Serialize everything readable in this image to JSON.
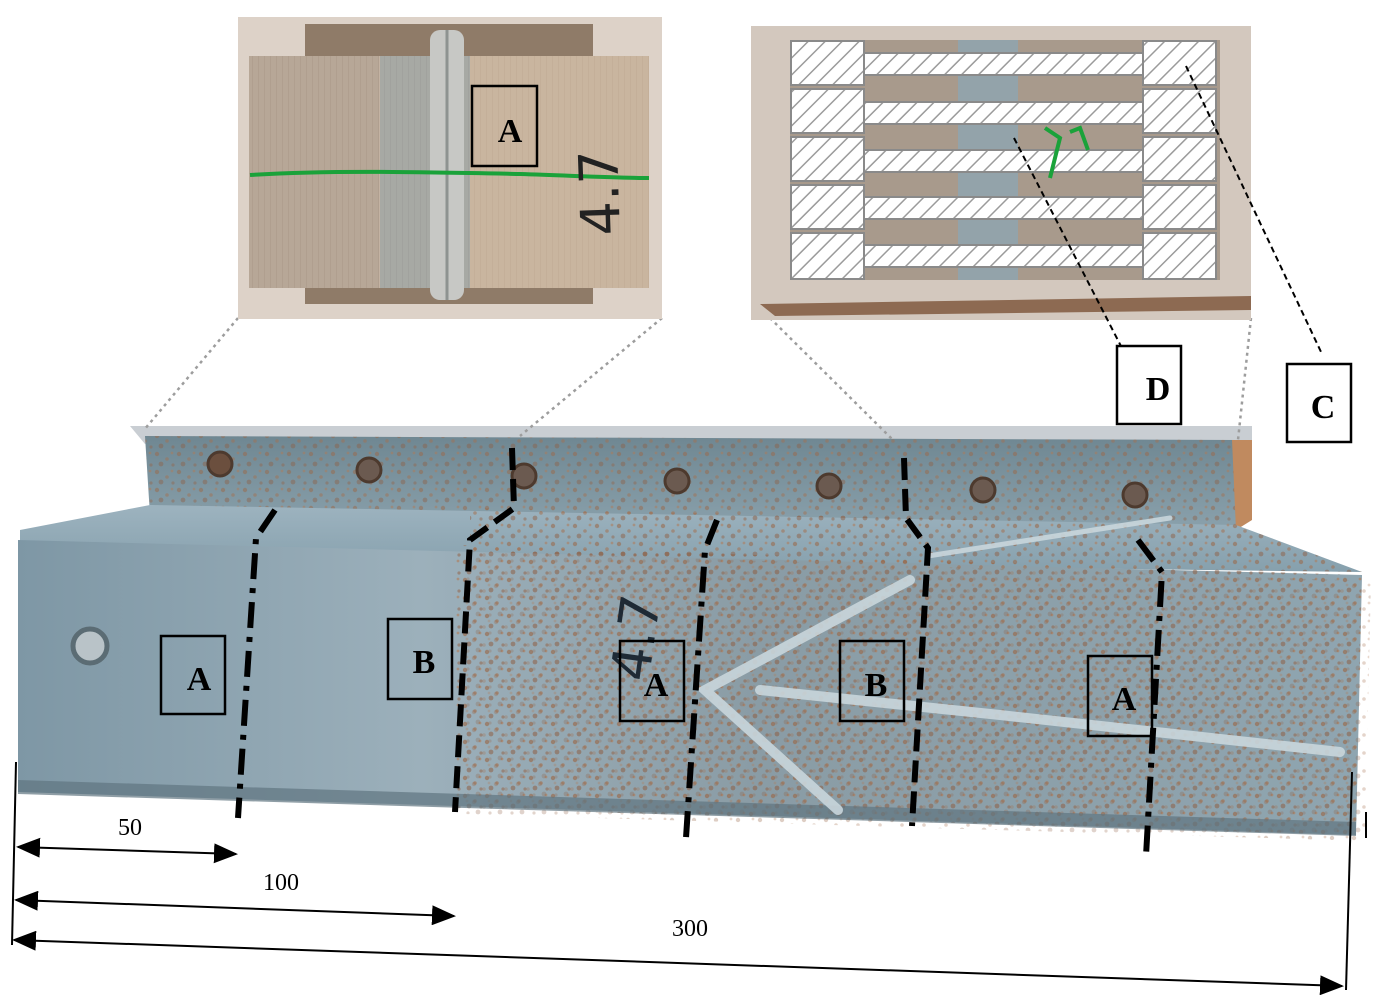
{
  "figure": {
    "main_photo": {
      "zone_labels": [
        "A",
        "B",
        "A",
        "B",
        "A"
      ],
      "specimen_marking": "4.7"
    },
    "inset_left": {
      "zone_label": "A",
      "specimen_marking": "4.7"
    },
    "inset_right": {
      "callouts": [
        "D",
        "C"
      ]
    },
    "dimensions": {
      "d1": "50",
      "d2": "100",
      "d3": "300"
    }
  },
  "colors": {
    "steel_blue": "#7f96a3",
    "rust": "#9a6a4c",
    "marker_green": "#1aa23a",
    "hatch": "#9b9b9b"
  }
}
